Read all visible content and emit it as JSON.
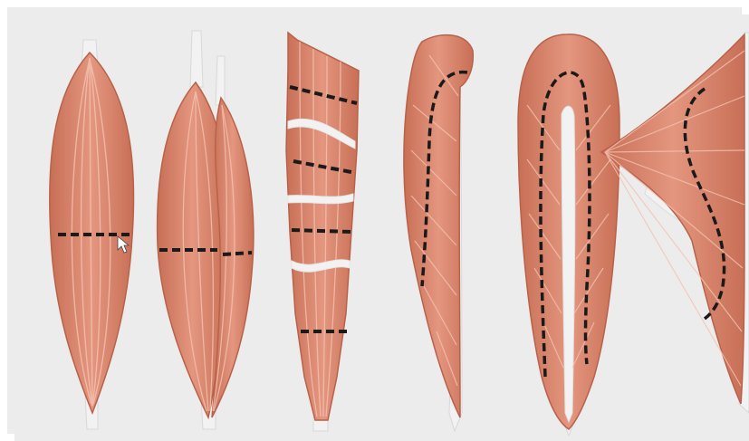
{
  "figure": {
    "caption": "",
    "background_color": "#ececec",
    "muscle_color": "#d9836b",
    "muscle_shadow_color": "#c56b52",
    "fiber_color": "#f4c2b2",
    "tendon_color": "#f2f2f2",
    "cut_line_color": "#1a1a1a"
  },
  "muscles": [
    {
      "id": "fusiform",
      "label": ""
    },
    {
      "id": "two-headed",
      "label": ""
    },
    {
      "id": "strap-segmented",
      "label": ""
    },
    {
      "id": "unipennate",
      "label": ""
    },
    {
      "id": "bipennate",
      "label": ""
    },
    {
      "id": "triangular",
      "label": ""
    }
  ]
}
